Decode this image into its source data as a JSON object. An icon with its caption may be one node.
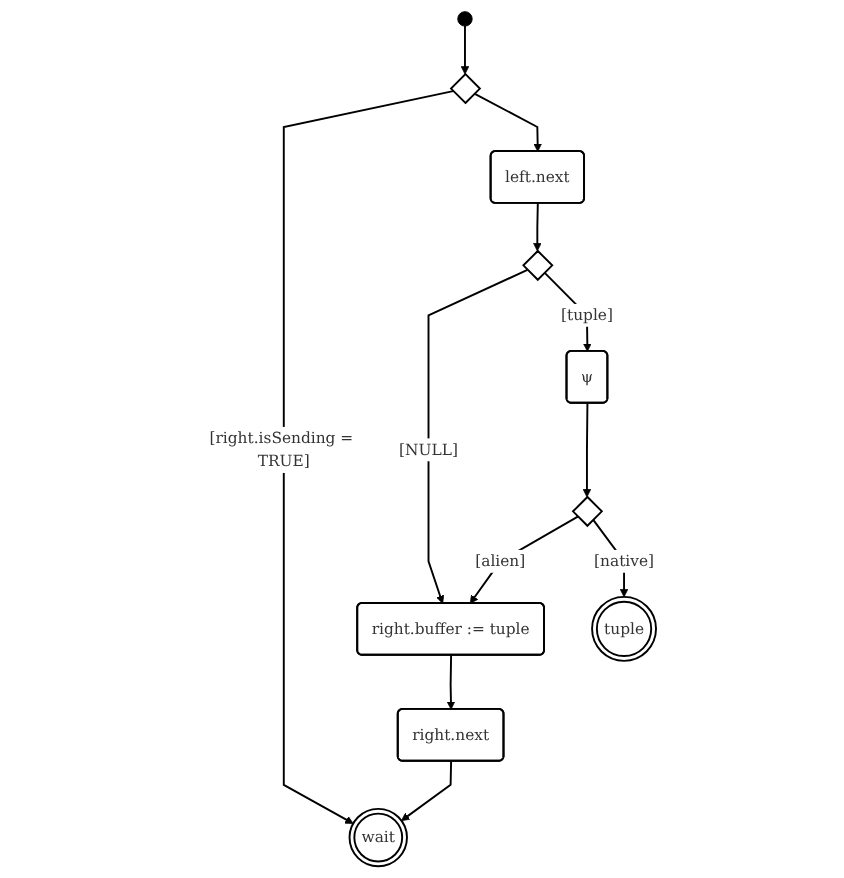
{
  "diagram": {
    "nodes": [
      {
        "text": [],
        "shape": "circle"
      },
      {
        "text": [],
        "shape": "diamond"
      },
      {
        "text": [
          "wait"
        ]
      },
      {
        "text": [
          "left.next"
        ]
      },
      {
        "text": [
          "right.next"
        ]
      },
      {
        "text": [],
        "shape": "diamond"
      },
      {
        "text": [
          "right.buffer := tuple"
        ]
      },
      {
        "text": [
          "ψ"
        ]
      },
      {
        "text": [],
        "shape": "diamond"
      },
      {
        "text": [
          "tuple"
        ]
      }
    ],
    "edges": [
      {
        "from": 0,
        "to": 1,
        "arrow": "to"
      },
      {
        "from": 1,
        "to": 2,
        "arrow": "to",
        "label": "[right.isSending = TRUE]"
      },
      {
        "from": 1,
        "to": 3,
        "arrow": "to"
      },
      {
        "from": 3,
        "to": 5,
        "arrow": "to"
      },
      {
        "from": 5,
        "to": 6,
        "arrow": "to",
        "label": "[NULL]"
      },
      {
        "from": 5,
        "to": 7,
        "arrow": "to",
        "label": "[tuple]"
      },
      {
        "from": 7,
        "to": 8,
        "arrow": "to"
      },
      {
        "from": 8,
        "to": 6,
        "arrow": "to",
        "label": "[alien]"
      },
      {
        "from": 8,
        "to": 9,
        "arrow": "to",
        "label": "[native]"
      },
      {
        "from": 6,
        "to": 4,
        "arrow": "to"
      },
      {
        "from": 4,
        "to": 2,
        "arrow": "to"
      }
    ]
  }
}
